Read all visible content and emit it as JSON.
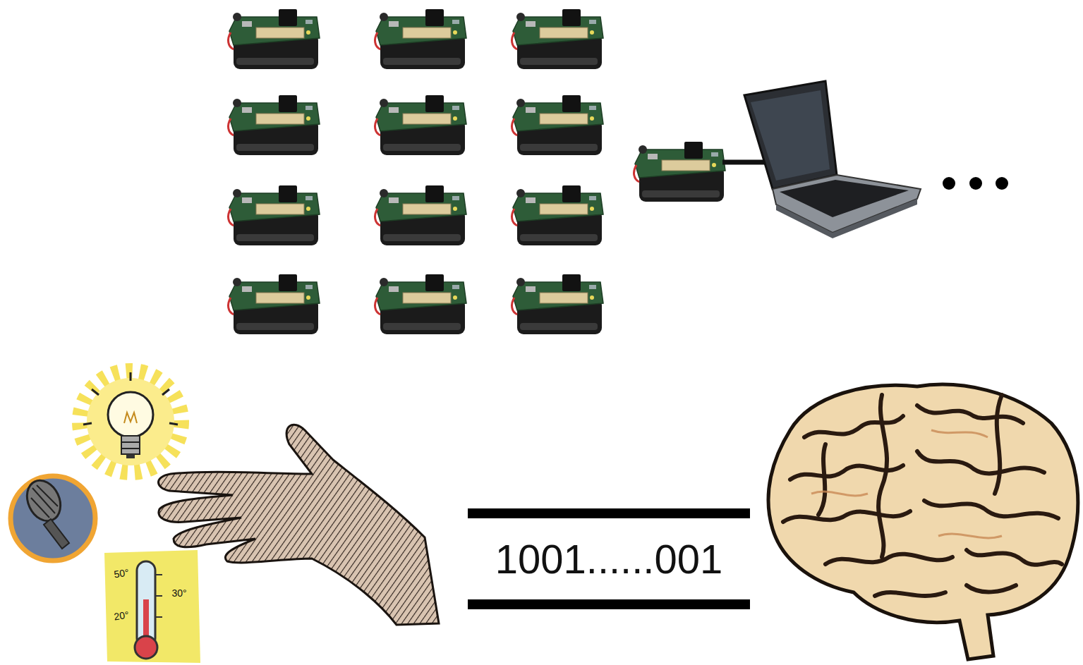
{
  "diagram": {
    "labels": [
      "1001......001",
      "50°",
      "30°",
      "20°"
    ]
  }
}
